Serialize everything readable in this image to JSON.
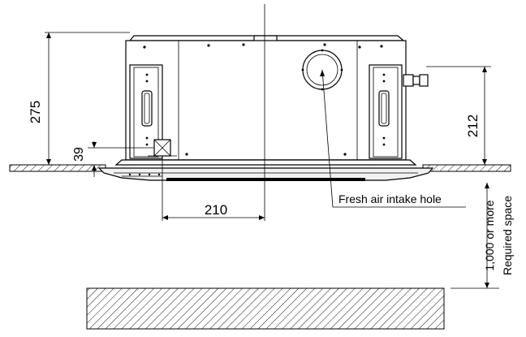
{
  "dimensions": {
    "unit_height": "275",
    "inner_height": "212",
    "ceiling_offset": "39",
    "drain_position": "210"
  },
  "labels": {
    "fresh_air": "Fresh air intake hole",
    "clearance": "1,000 or more",
    "required_space": "Required space"
  }
}
